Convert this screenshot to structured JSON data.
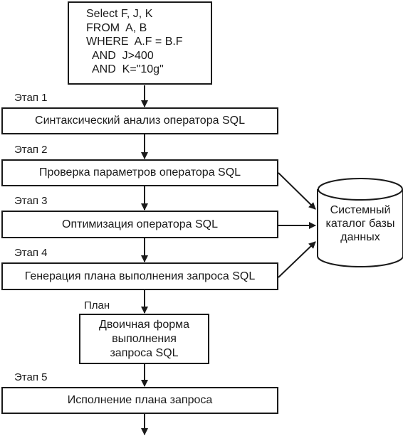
{
  "query": {
    "lines": [
      "Select F, J, K",
      "FROM  A, B",
      "WHERE  A.F = B.F",
      "  AND  J>400",
      "  AND  K=\"10g\""
    ]
  },
  "stages": [
    {
      "label": "Этап 1",
      "box": "Синтаксический анализ оператора SQL"
    },
    {
      "label": "Этап 2",
      "box": "Проверка параметров оператора SQL"
    },
    {
      "label": "Этап 3",
      "box": "Оптимизация оператора SQL"
    },
    {
      "label": "Этап 4",
      "box": "Генерация плана выполнения запроса SQL"
    },
    {
      "label": "Этап 5",
      "box": "Исполнение плана запроса"
    }
  ],
  "plan": {
    "label": "План",
    "lines": [
      "Двоичная форма",
      "выполнения",
      "запроса SQL"
    ]
  },
  "catalog": {
    "lines": [
      "Системный",
      "каталог базы",
      "данных"
    ]
  }
}
